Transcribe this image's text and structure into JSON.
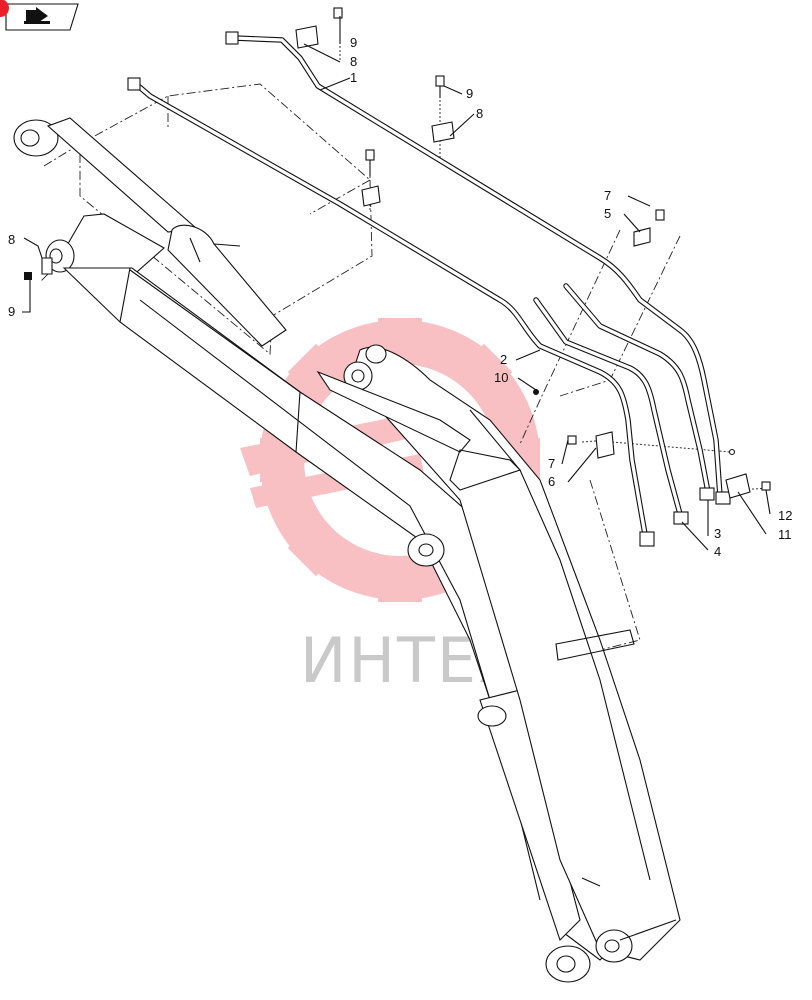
{
  "header": {
    "icon": "arrow-right-icon"
  },
  "watermark": {
    "text": "ИНТЕХ",
    "color": "#e8202a"
  },
  "callouts": [
    {
      "id": "c9a",
      "text": "9"
    },
    {
      "id": "c8a",
      "text": "8"
    },
    {
      "id": "c1",
      "text": "1"
    },
    {
      "id": "c9b",
      "text": "9"
    },
    {
      "id": "c8b",
      "text": "8"
    },
    {
      "id": "c8c",
      "text": "8"
    },
    {
      "id": "c9c",
      "text": "9"
    },
    {
      "id": "c7a",
      "text": "7"
    },
    {
      "id": "c5",
      "text": "5"
    },
    {
      "id": "c2",
      "text": "2"
    },
    {
      "id": "c10",
      "text": "10"
    },
    {
      "id": "c7b",
      "text": "7"
    },
    {
      "id": "c6",
      "text": "6"
    },
    {
      "id": "c12",
      "text": "12"
    },
    {
      "id": "c11",
      "text": "11"
    },
    {
      "id": "c3",
      "text": "3"
    },
    {
      "id": "c4",
      "text": "4"
    }
  ]
}
